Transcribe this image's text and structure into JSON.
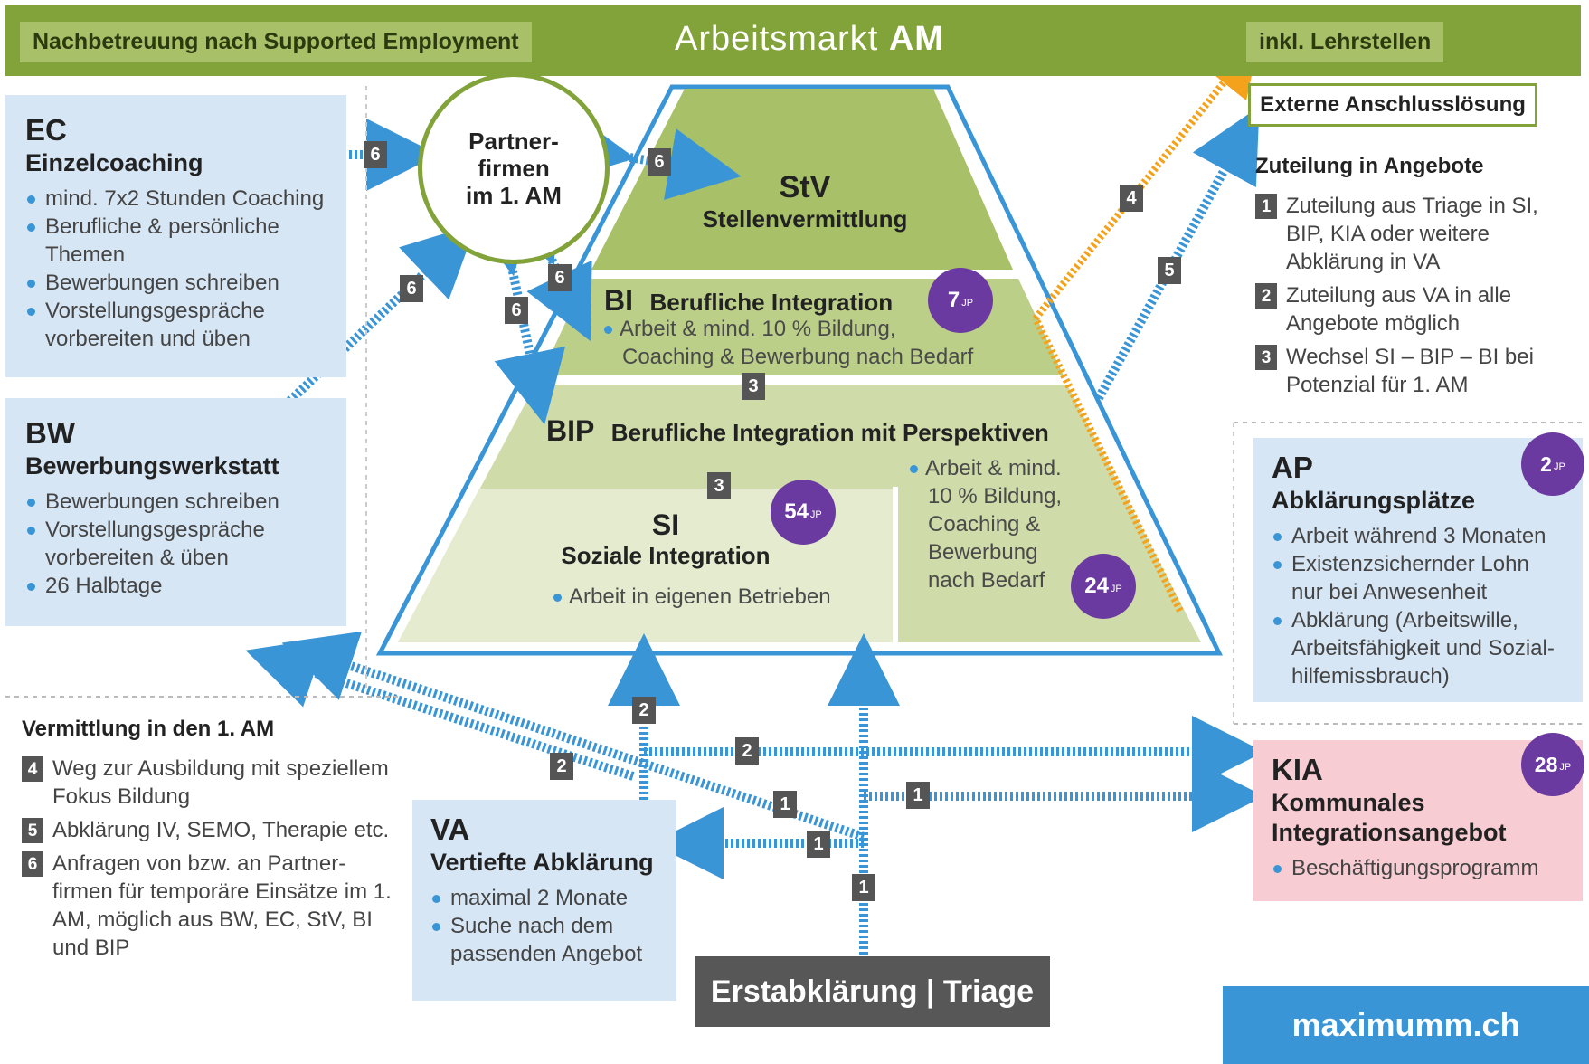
{
  "header": {
    "left_tag": "Nachbetreuung nach Supported Employment",
    "title_light": "Arbeitsmarkt ",
    "title_bold": "AM",
    "right_tag": "inkl. Lehrstellen"
  },
  "ec": {
    "abbr": "EC",
    "title": "Einzelcoaching",
    "items": [
      "mind. 7x2 Stunden Coaching",
      "Berufliche & persönliche Themen",
      "Bewerbungen schreiben",
      "Vorstellungsgespräche vorbereiten und üben"
    ]
  },
  "bw": {
    "abbr": "BW",
    "title": "Bewerbungswerkstatt",
    "items": [
      "Bewerbungen schreiben",
      "Vorstellungsgespräche vorbereiten & üben",
      "26 Halbtage"
    ]
  },
  "partner": {
    "line1": "Partner-",
    "line2": "firmen",
    "line3": "im 1. AM"
  },
  "stv": {
    "abbr": "StV",
    "title": "Stellenvermittlung"
  },
  "bi": {
    "abbr": "BI",
    "title": "Berufliche Integration",
    "line1": "Arbeit & mind. 10 % Bildung,",
    "line2": "Coaching & Bewerbung nach Bedarf",
    "jp": "7"
  },
  "bip": {
    "abbr": "BIP",
    "title": "Berufliche Integration mit Perspektiven",
    "text_lines": [
      "Arbeit & mind.",
      "10 % Bildung,",
      "Coaching &",
      "Bewerbung",
      "nach Bedarf"
    ],
    "jp": "24"
  },
  "si": {
    "abbr": "SI",
    "title": "Soziale Integration",
    "item": "Arbeit in eigenen Betrieben",
    "jp": "54"
  },
  "jp_suffix": "JP",
  "external": {
    "label": "Externe Anschlusslösung"
  },
  "zuteilung": {
    "heading": "Zuteilung in Angebote",
    "rows": [
      {
        "n": "1",
        "text": "Zuteilung aus Triage in SI, BIP, KIA oder weitere Abklärung in VA"
      },
      {
        "n": "2",
        "text": "Zuteilung aus VA in alle Angebote möglich"
      },
      {
        "n": "3",
        "text": "Wechsel SI – BIP – BI bei Potenzial für 1. AM"
      }
    ]
  },
  "ap": {
    "abbr": "AP",
    "title": "Abklärungsplätze",
    "jp": "2",
    "items": [
      "Arbeit während 3 Monaten",
      "Existenzsichernder Lohn nur bei Anwesenheit",
      "Abklärung (Arbeitswille, Arbeitsfähigkeit und Sozial­hilfemissbrauch)"
    ]
  },
  "kia": {
    "abbr": "KIA",
    "title1": "Kommunales",
    "title2": "Integrationsangebot",
    "jp": "28",
    "items": [
      "Beschäftigungsprogramm"
    ]
  },
  "vermittlung": {
    "heading": "Vermittlung in den 1. AM",
    "rows": [
      {
        "n": "4",
        "text": "Weg zur Ausbildung mit speziellem Fokus Bildung"
      },
      {
        "n": "5",
        "text": "Abklärung IV, SEMO, Therapie etc."
      },
      {
        "n": "6",
        "text": "Anfragen von bzw. an Partner­firmen für temporäre Einsätze im 1. AM, möglich aus BW, EC, StV, BI und BIP"
      }
    ]
  },
  "va": {
    "abbr": "VA",
    "title": "Vertiefte Abklärung",
    "items": [
      "maximal 2 Monate",
      "Suche nach dem passenden Angebot"
    ]
  },
  "triage": {
    "label": "Erstabklärung | Triage"
  },
  "brand": {
    "label": "maximumm.ch"
  },
  "arrow_labels": {
    "ec_partner": "6",
    "partner_stv": "6",
    "partner_bi": "6",
    "partner_bip": "6",
    "bw_partner": "6",
    "bi_bip": "3",
    "bip_si": "3",
    "external_4": "4",
    "external_5": "5",
    "va_up": "2",
    "va_right": "2",
    "va_left": "2",
    "triage_up": "1",
    "triage_kia": "1",
    "triage_va": "1",
    "triage_diag": "1"
  },
  "colors": {
    "green": "#82a23a",
    "light_green": "#a8c169",
    "blue": "#3a95d6",
    "purple": "#6a3aa0",
    "orange": "#f4a21c",
    "gray": "#575757"
  }
}
